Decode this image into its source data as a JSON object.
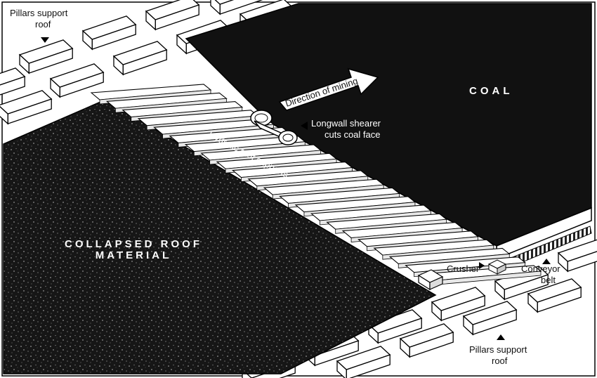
{
  "labels": {
    "pillars_top": [
      "Pillars support",
      "roof"
    ],
    "coal": "COAL",
    "direction": "Direction of mining",
    "shearer": [
      "Longwall shearer",
      "cuts coal face"
    ],
    "supports": "Hydralic roof supports",
    "collapsed": [
      "COLLAPSED ROOF",
      "MATERIAL"
    ],
    "crusher": "Crusher",
    "conveyor": [
      "Conveyor",
      "belt"
    ],
    "pillars_bottom": [
      "Pillars support",
      "roof"
    ]
  },
  "colors": {
    "coal": "#111111",
    "collapsed": "#1a1a1a",
    "outline": "#000000",
    "paper": "#ffffff"
  }
}
